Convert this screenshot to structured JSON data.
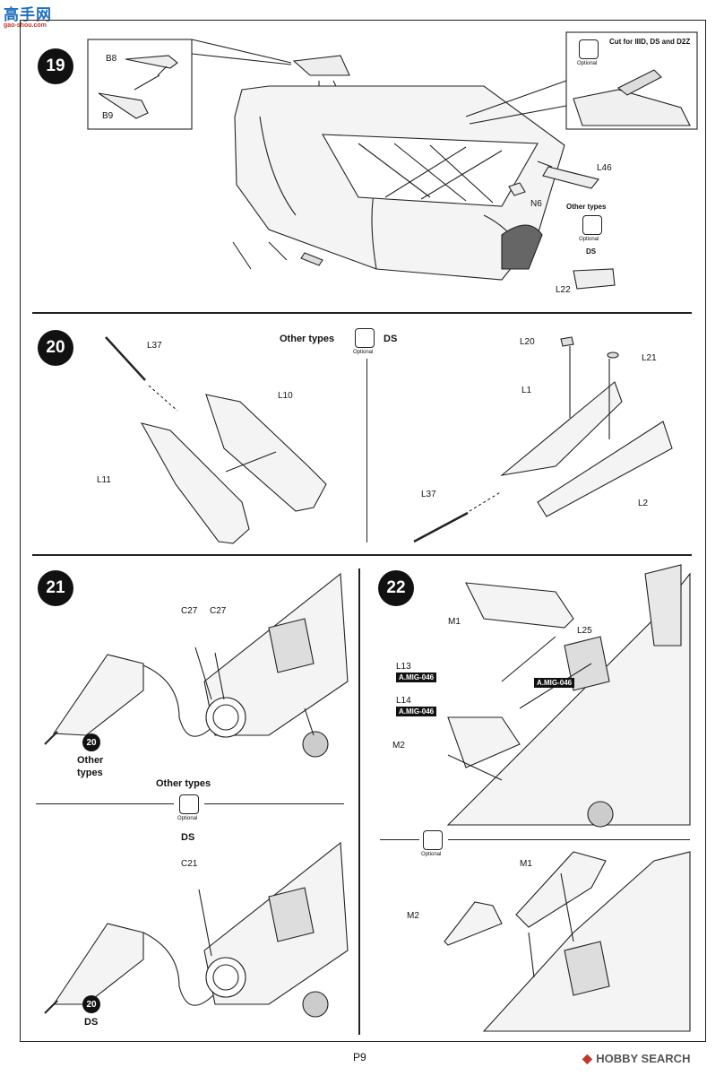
{
  "watermark_top": {
    "chars": "高手网",
    "sub": "gao-shou.com"
  },
  "page_number": "P9",
  "watermark_bottom": "HOBBY SEARCH",
  "optional_text": "Optional",
  "steps": {
    "s19": {
      "number": "19",
      "parts": {
        "b8": "B8",
        "b9": "B9",
        "l46": "L46",
        "n6": "N6",
        "l22": "L22"
      },
      "cut_note": "Cut for IIID, DS and D2Z",
      "other_types": "Other types",
      "ds": "DS"
    },
    "s20": {
      "number": "20",
      "other_types": "Other types",
      "ds": "DS",
      "parts": {
        "l37a": "L37",
        "l10": "L10",
        "l11": "L11",
        "l20": "L20",
        "l21": "L21",
        "l1": "L1",
        "l2": "L2",
        "l37b": "L37"
      }
    },
    "s21": {
      "number": "21",
      "parts": {
        "c27a": "C27",
        "c27b": "C27",
        "c21": "C21"
      },
      "ref": "20",
      "other_types_line1": "Other",
      "other_types_line2": "types",
      "other_types_header": "Other types",
      "ds_header": "DS",
      "ds_ref_label": "DS"
    },
    "s22": {
      "number": "22",
      "parts": {
        "m1a": "M1",
        "l25": "L25",
        "l13": "L13",
        "l14": "L14",
        "m2a": "M2",
        "m1b": "M1",
        "m2b": "M2"
      },
      "paint1": "A.MIG-046",
      "paint2": "A.MIG-046",
      "paint3": "A.MIG-046"
    }
  }
}
